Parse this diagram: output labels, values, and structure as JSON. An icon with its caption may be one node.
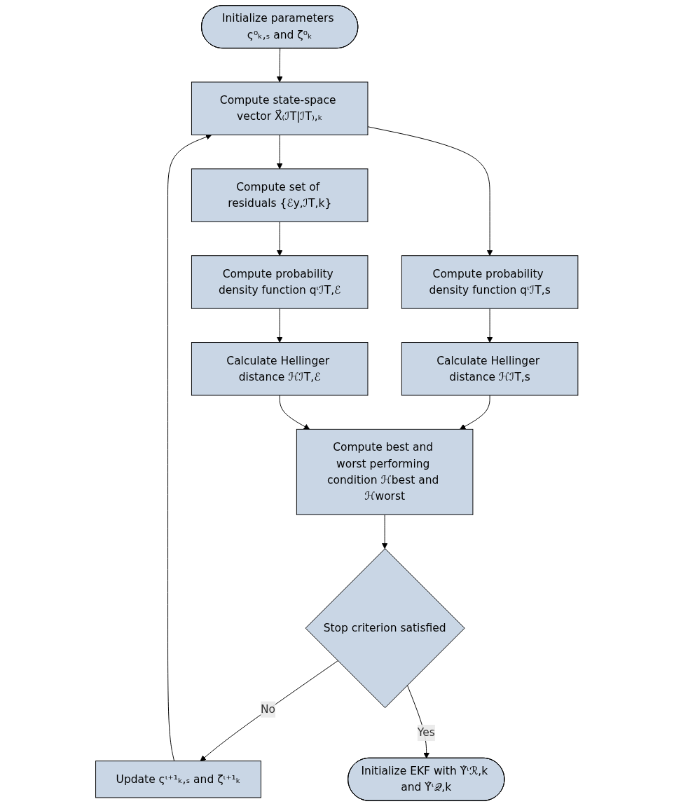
{
  "diagram": {
    "nodes": [
      {
        "text": [
          "Initialize parameters ς⁰ₖ,ₛ and ζ⁰ₖ"
        ]
      },
      {
        "text": [
          "Compute state-space vector X⃗₍ℐT|ℐT₎,ₖ"
        ]
      },
      {
        "text": [
          "Compute set of residuals {ℰy,ℐT,k}"
        ]
      },
      {
        "text": [
          "Compute probability density function qᶥℐT,s"
        ]
      },
      {
        "text": [
          "Compute probability density function qᶥℐT,ℰ"
        ]
      },
      {
        "text": [
          "Calculate Hellinger distance ℋℐT,s"
        ]
      },
      {
        "text": [
          "Calculate Hellinger distance ℋℐT,ℰ"
        ]
      },
      {
        "text": [
          "Update ςᶥ⁺¹ₖ,ₛ and ζᶥ⁺¹ₖ"
        ]
      },
      {
        "text": [
          "Compute best and worst performing condition ℋbest and ℋworst"
        ]
      },
      {
        "text": [
          "Stop criterion satisfied"
        ]
      },
      {
        "text": [
          "Initialize EKF with Υ̂ᶥℛ,k and Υ̂ᶥ𝒬,k"
        ]
      }
    ],
    "edges": [
      {
        "from": 0,
        "to": 1,
        "arrow": "to"
      },
      {
        "from": 1,
        "to": 3,
        "arrow": "to"
      },
      {
        "from": 1,
        "to": 2,
        "arrow": "to"
      },
      {
        "from": 2,
        "to": 4,
        "arrow": "to"
      },
      {
        "from": 3,
        "to": 5,
        "arrow": "to"
      },
      {
        "from": 4,
        "to": 6,
        "arrow": "to"
      },
      {
        "from": 5,
        "to": 8,
        "arrow": "to"
      },
      {
        "from": 6,
        "to": 8,
        "arrow": "to"
      },
      {
        "from": 8,
        "to": 9,
        "arrow": "to"
      },
      {
        "from": 9,
        "to": 7,
        "arrow": "to",
        "label": "No"
      },
      {
        "from": 7,
        "to": 1,
        "arrow": "to"
      },
      {
        "from": 9,
        "to": 10,
        "arrow": "to",
        "label": "Yes"
      }
    ]
  }
}
